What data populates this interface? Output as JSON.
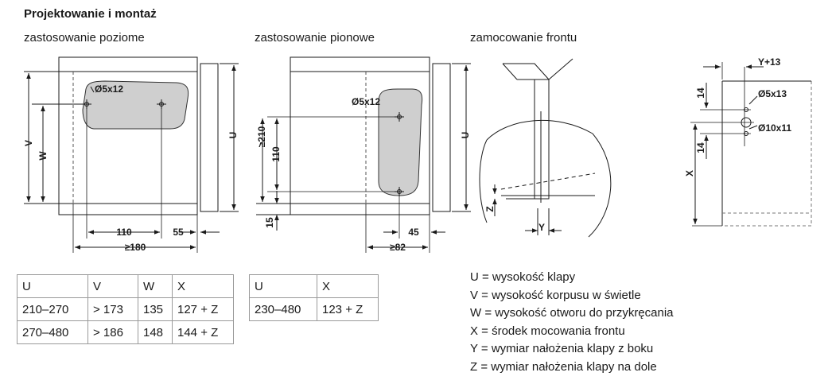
{
  "title": "Projektowanie i montaż",
  "subtitles": {
    "horizontal": "zastosowanie poziome",
    "vertical": "zastosowanie pionowe",
    "front": "zamocowanie frontu"
  },
  "drawing_labels": {
    "h_hole": "Ø5x12",
    "h_v": "V",
    "h_w": "W",
    "h_u": "U",
    "h_110": "110",
    "h_55": "55",
    "h_180": "≥180",
    "v_hole": "Ø5x12",
    "v_210": "≥210",
    "v_110": "110",
    "v_15": "15",
    "v_u": "U",
    "v_45": "45",
    "v_82": "≥82",
    "f_z": "Z",
    "f_y": "Y",
    "d_y13": "Y+13",
    "d_hole5": "Ø5x13",
    "d_hole10": "Ø10x11",
    "d_14a": "14",
    "d_14b": "14",
    "d_x": "X"
  },
  "table_horizontal": {
    "header": [
      "U",
      "V",
      "W",
      "X"
    ],
    "rows": [
      [
        "210–270",
        "> 173",
        "135",
        "127 + Z"
      ],
      [
        "270–480",
        "> 186",
        "148",
        "144 + Z"
      ]
    ]
  },
  "table_vertical": {
    "header": [
      "U",
      "X"
    ],
    "rows": [
      [
        "230–480",
        "123 + Z"
      ]
    ]
  },
  "legend": [
    "U = wysokość klapy",
    "V = wysokość korpusu w świetle",
    "W = wysokość otworu do przykręcania",
    "X = środek mocowania frontu",
    "Y = wymiar nałożenia klapy z boku",
    "Z = wymiar nałożenia klapy na dole"
  ]
}
